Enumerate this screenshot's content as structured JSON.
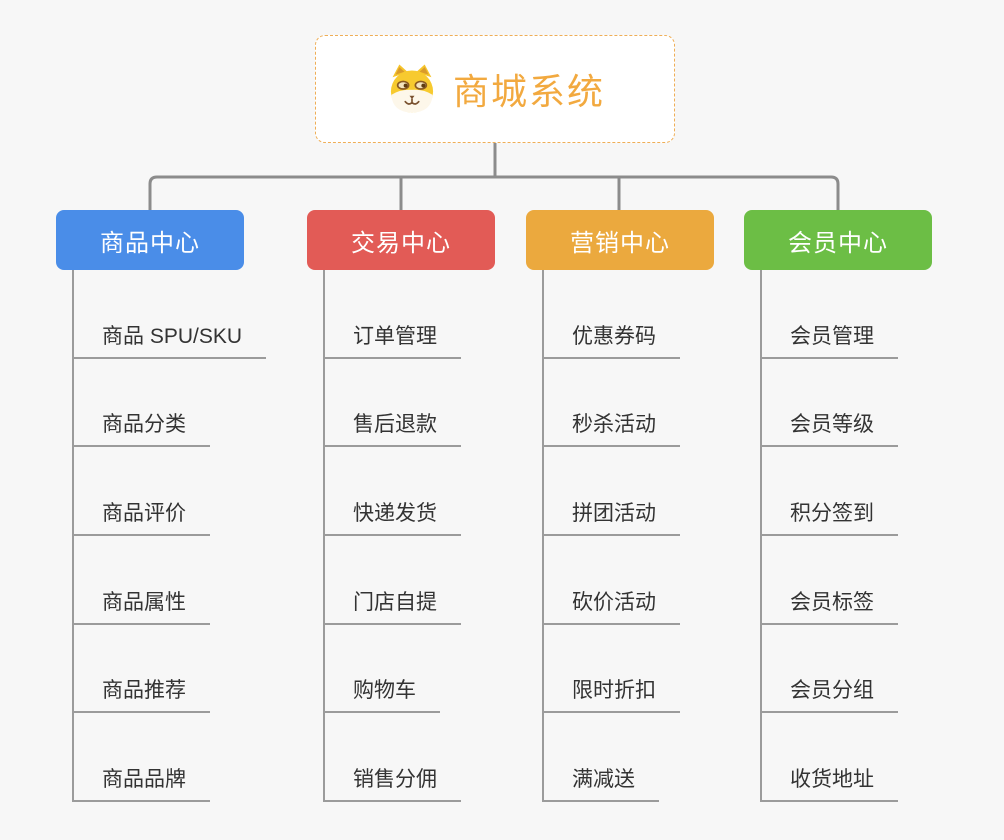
{
  "root": {
    "title": "商城系统",
    "icon": "doge-icon"
  },
  "branches": [
    {
      "label": "商品中心",
      "color": "#4a8de8",
      "children": [
        "商品 SPU/SKU",
        "商品分类",
        "商品评价",
        "商品属性",
        "商品推荐",
        "商品品牌"
      ]
    },
    {
      "label": "交易中心",
      "color": "#e25b56",
      "children": [
        "订单管理",
        "售后退款",
        "快递发货",
        "门店自提",
        "购物车",
        "销售分佣"
      ]
    },
    {
      "label": "营销中心",
      "color": "#eba93e",
      "children": [
        "优惠券码",
        "秒杀活动",
        "拼团活动",
        "砍价活动",
        "限时折扣",
        "满减送"
      ]
    },
    {
      "label": "会员中心",
      "color": "#6cbe45",
      "children": [
        "会员管理",
        "会员等级",
        "积分签到",
        "会员标签",
        "会员分组",
        "收货地址"
      ]
    }
  ],
  "colors": {
    "background": "#f7f7f7",
    "root_border": "#efae56",
    "root_text": "#f2a93f",
    "connector": "#8c8c8c",
    "branch_line": "#9b9b9b",
    "topic_text": "#333333"
  }
}
